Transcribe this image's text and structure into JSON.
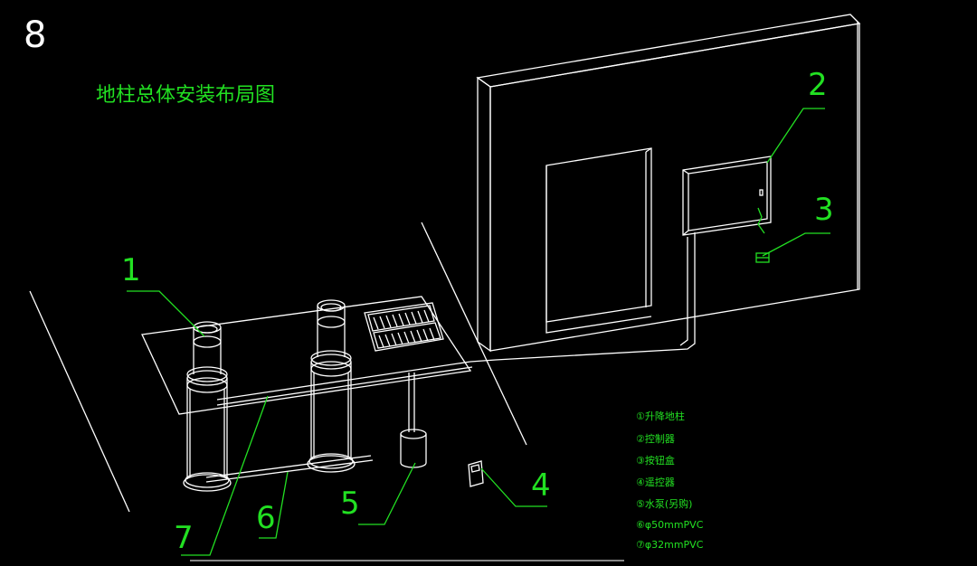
{
  "drawing": {
    "corner_mark": "8",
    "title": "地柱总体安装布局图",
    "callouts": [
      "1",
      "2",
      "3",
      "4",
      "5",
      "6",
      "7"
    ],
    "legend": [
      "①升降地柱",
      "②控制器",
      "③按钮盒",
      "④遥控器",
      "⑤水泵(另购)",
      "⑥φ50mmPVC",
      "⑦φ32mmPVC"
    ]
  },
  "colors": {
    "background": "#000000",
    "linework": "#ffffff",
    "annotation": "#22e022"
  }
}
